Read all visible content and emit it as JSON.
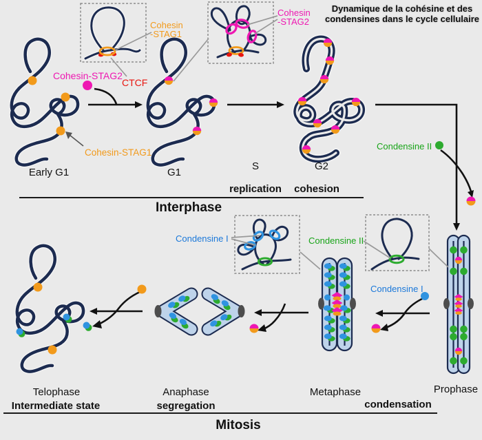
{
  "title": {
    "line1": "Dynamique de la cohésine et des",
    "line2": "condensines dans le cycle cellulaire"
  },
  "molecules": {
    "cohesin_stag2": "Cohesin-STAG2",
    "cohesin_stag1": "Cohesin-STAG1",
    "ctcf": "CTCF",
    "inset1_line1": "Cohesin",
    "inset1_line2": "-STAG1",
    "inset2_line1": "Cohesin",
    "inset2_line2": "-STAG2",
    "condensine_2": "Condensine II",
    "condensine_1": "Condensine I"
  },
  "phases": {
    "interphase": {
      "title": "Interphase",
      "stages": [
        {
          "name": "Early G1",
          "sub": ""
        },
        {
          "name": "G1",
          "sub": ""
        },
        {
          "name": "S",
          "sub": "replication"
        },
        {
          "name": "G2",
          "sub": "cohesion"
        }
      ]
    },
    "mitosis": {
      "title": "Mitosis",
      "stages": [
        {
          "name": "Telophase",
          "sub": "Intermediate state"
        },
        {
          "name": "Anaphase",
          "sub": "segregation"
        },
        {
          "name": "Metaphase",
          "sub": ""
        },
        {
          "name": "Prophase",
          "sub": "condensation"
        }
      ]
    }
  },
  "colors": {
    "background": "#eaeaea",
    "chromatin": "#1c2b50",
    "orange": "#f29a1b",
    "magenta": "#ee18b2",
    "red": "#e8150f",
    "green": "#2dab2f",
    "blue": "#2f93e0",
    "green_text": "#18a418",
    "blue_text": "#1b78d9",
    "chromosome_fill": "#bed3ea",
    "centromere_knob": "#4d4d4d",
    "pointer": "#999999"
  }
}
